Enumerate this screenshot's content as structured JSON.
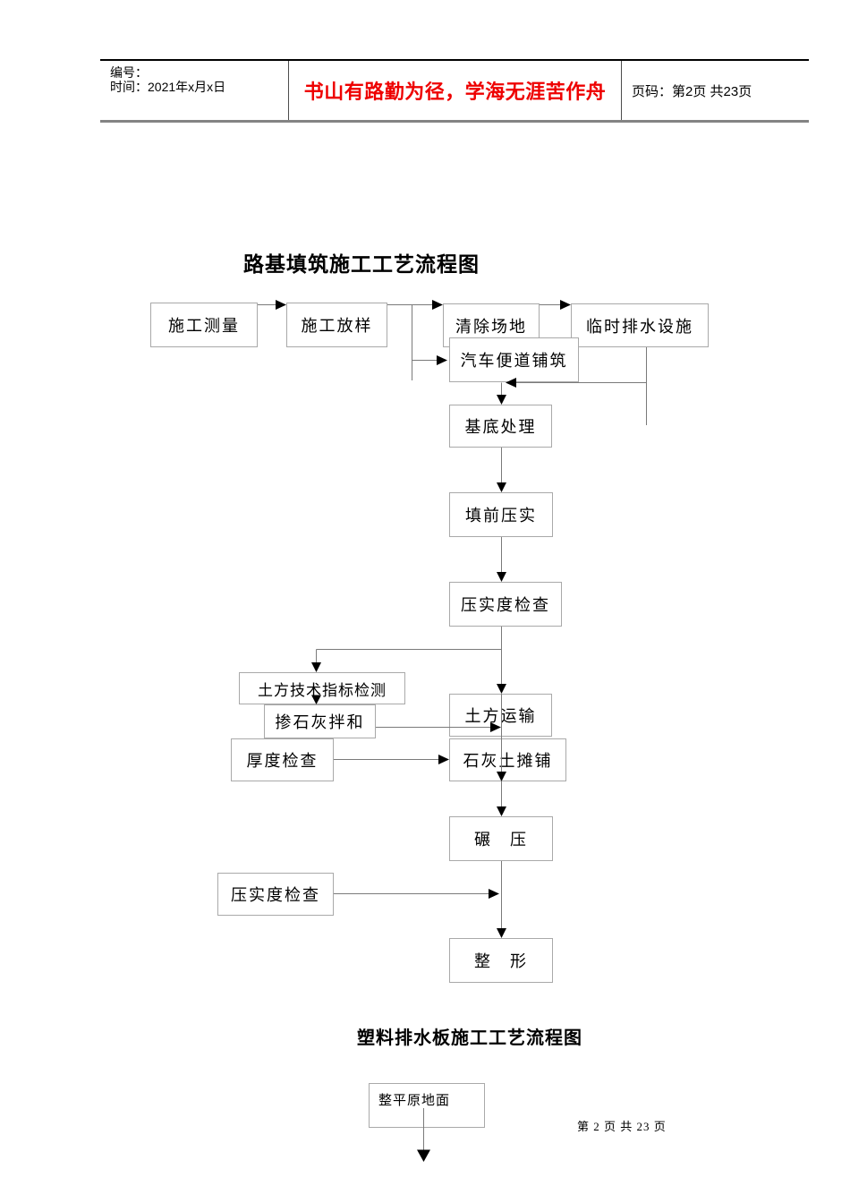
{
  "header": {
    "number_label": "编号：",
    "date_label": "时间：2021年x月x日",
    "slogan": "书山有路勤为径，学海无涯苦作舟",
    "slogan_color": "#ee0000",
    "page_label": "页码：第2页 共23页"
  },
  "flowchart1": {
    "title": "路基填筑施工工艺流程图",
    "nodes": [
      {
        "label": "施工测量"
      },
      {
        "label": "施工放样"
      },
      {
        "label": "清除场地"
      },
      {
        "label": "临时排水设施"
      },
      {
        "label": "汽车便道铺筑"
      },
      {
        "label": "基底处理"
      },
      {
        "label": "填前压实"
      },
      {
        "label": "压实度检查"
      },
      {
        "label": "土方技术指标检测"
      },
      {
        "label": "掺石灰拌和"
      },
      {
        "label": "土方运输"
      },
      {
        "label": "厚度检查"
      },
      {
        "label": "石灰土摊铺"
      },
      {
        "label": "碾　压"
      },
      {
        "label": "压实度检查"
      },
      {
        "label": "整　形"
      }
    ],
    "edges": [
      {
        "from": "施工测量",
        "to": "施工放样"
      },
      {
        "from": "施工放样",
        "to": "清除场地"
      },
      {
        "from": "清除场地",
        "to": "临时排水设施"
      },
      {
        "from": "施工放样",
        "to": "汽车便道铺筑"
      },
      {
        "from": "临时排水设施",
        "to": "汽车便道铺筑"
      },
      {
        "from": "汽车便道铺筑",
        "to": "基底处理"
      },
      {
        "from": "基底处理",
        "to": "填前压实"
      },
      {
        "from": "填前压实",
        "to": "压实度检查"
      },
      {
        "from": "压实度检查",
        "to": "土方技术指标检测"
      },
      {
        "from": "压实度检查",
        "to": "土方运输"
      },
      {
        "from": "土方技术指标检测",
        "to": "掺石灰拌和"
      },
      {
        "from": "掺石灰拌和",
        "to": "土方运输"
      },
      {
        "from": "厚度检查",
        "to": "石灰土摊铺"
      },
      {
        "from": "土方运输",
        "to": "石灰土摊铺"
      },
      {
        "from": "石灰土摊铺",
        "to": "碾压"
      },
      {
        "from": "碾压",
        "to": "整形"
      },
      {
        "from": "压实度检查",
        "to": "整形"
      }
    ]
  },
  "flowchart2": {
    "title": "塑料排水板施工工艺流程图",
    "nodes": [
      {
        "label": "整平原地面"
      }
    ]
  },
  "footer": {
    "page_text": "第 2 页 共 23 页"
  }
}
